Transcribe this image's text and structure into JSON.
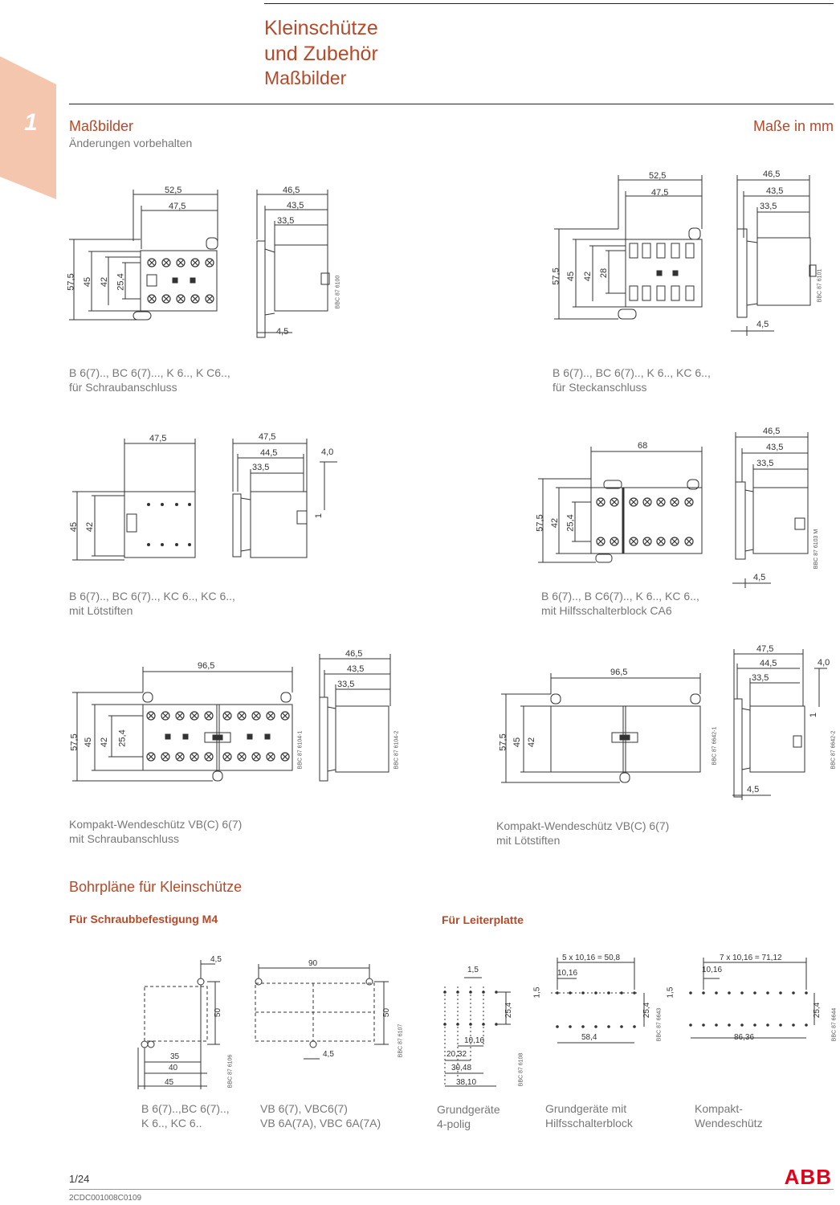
{
  "header": {
    "title_line1": "Kleinschütze",
    "title_line2": "und Zubehör",
    "subtitle": "Maßbilder"
  },
  "chapter_tab": "1",
  "section": {
    "title": "Maßbilder",
    "note": "Änderungen vorbehalten",
    "units": "Maße in mm"
  },
  "figures": [
    {
      "caption_1": "B 6(7).., BC 6(7)..., K 6.., K C6..,",
      "caption_2": "für Schraubanschluss",
      "code_a": "BBC 87 6100"
    },
    {
      "caption_1": "B 6(7).., BC 6(7).., K 6.., KC 6..,",
      "caption_2": "für Steckanschluss",
      "code_a": "BBC 87 6101"
    },
    {
      "caption_1": "B 6(7).., BC 6(7).., KC 6.., KC 6..,",
      "caption_2": "mit Lötstiften"
    },
    {
      "caption_1": "B 6(7).., B C6(7).., K 6.., KC 6..,",
      "caption_2": "mit Hilfsschalterblock CA6",
      "code_a": "BBC 87 6103 M"
    },
    {
      "caption_1": "Kompakt-Wendeschütz VB(C) 6(7)",
      "caption_2": "mit Schraubanschluss",
      "code_a": "BBC 87 6104-1",
      "code_b": "BBC 87 6104-2"
    },
    {
      "caption_1": "Kompakt-Wendeschütz VB(C) 6(7)",
      "caption_2": "mit Lötstiften",
      "code_a": "BBC 87 6642-1",
      "code_b": "BBC 87 6642-2"
    }
  ],
  "dims": {
    "d52_5": "52,5",
    "d47_5": "47,5",
    "d46_5": "46,5",
    "d43_5": "43,5",
    "d33_5": "33,5",
    "d57_5": "57,5",
    "d45": "45",
    "d42": "42",
    "d25_4": "25,4",
    "d28": "28",
    "d4_5": "4,5",
    "d44_5": "44,5",
    "d4_0": "4,0",
    "d1": "1",
    "d68": "68",
    "d96_5": "96,5"
  },
  "drilling": {
    "title": "Bohrpläne für Kleinschütze",
    "screw_heading": "Für Schraubbefestigung M4",
    "pcb_heading": "Für Leiterplatte",
    "dims": {
      "d4_5": "4,5",
      "d50": "50",
      "d35": "35",
      "d40": "40",
      "d45": "45",
      "d90": "90",
      "d1_5": "1,5",
      "d10_16": "10,16",
      "d20_32": "20,32",
      "d30_48": "30,48",
      "d38_10": "38,10",
      "d25_4": "25,4",
      "d5x": "5 x 10,16 = 50,8",
      "d58_4": "58,4",
      "d7x": "7 x 10,16 = 71,12",
      "d86_36": "86,36"
    },
    "codes": {
      "c1": "BBC 87 6106",
      "c2": "BBC 87 6107",
      "c3": "BBC 87 6108",
      "c4": "BBC 87 6643",
      "c5": "BBC 87 6644"
    },
    "captions": [
      {
        "line1": "B 6(7)..,BC 6(7)..,",
        "line2": "K 6.., KC 6.."
      },
      {
        "line1": "VB 6(7), VBC6(7)",
        "line2": "VB 6A(7A), VBC 6A(7A)"
      },
      {
        "line1": "Grundgeräte",
        "line2": "4-polig"
      },
      {
        "line1": "Grundgeräte mit",
        "line2": "Hilfsschalterblock"
      },
      {
        "line1": "Kompakt-",
        "line2": "Wendeschütz"
      }
    ]
  },
  "footer": {
    "page": "1/24",
    "doc_id": "2CDC001008C0109",
    "brand": "ABB"
  }
}
